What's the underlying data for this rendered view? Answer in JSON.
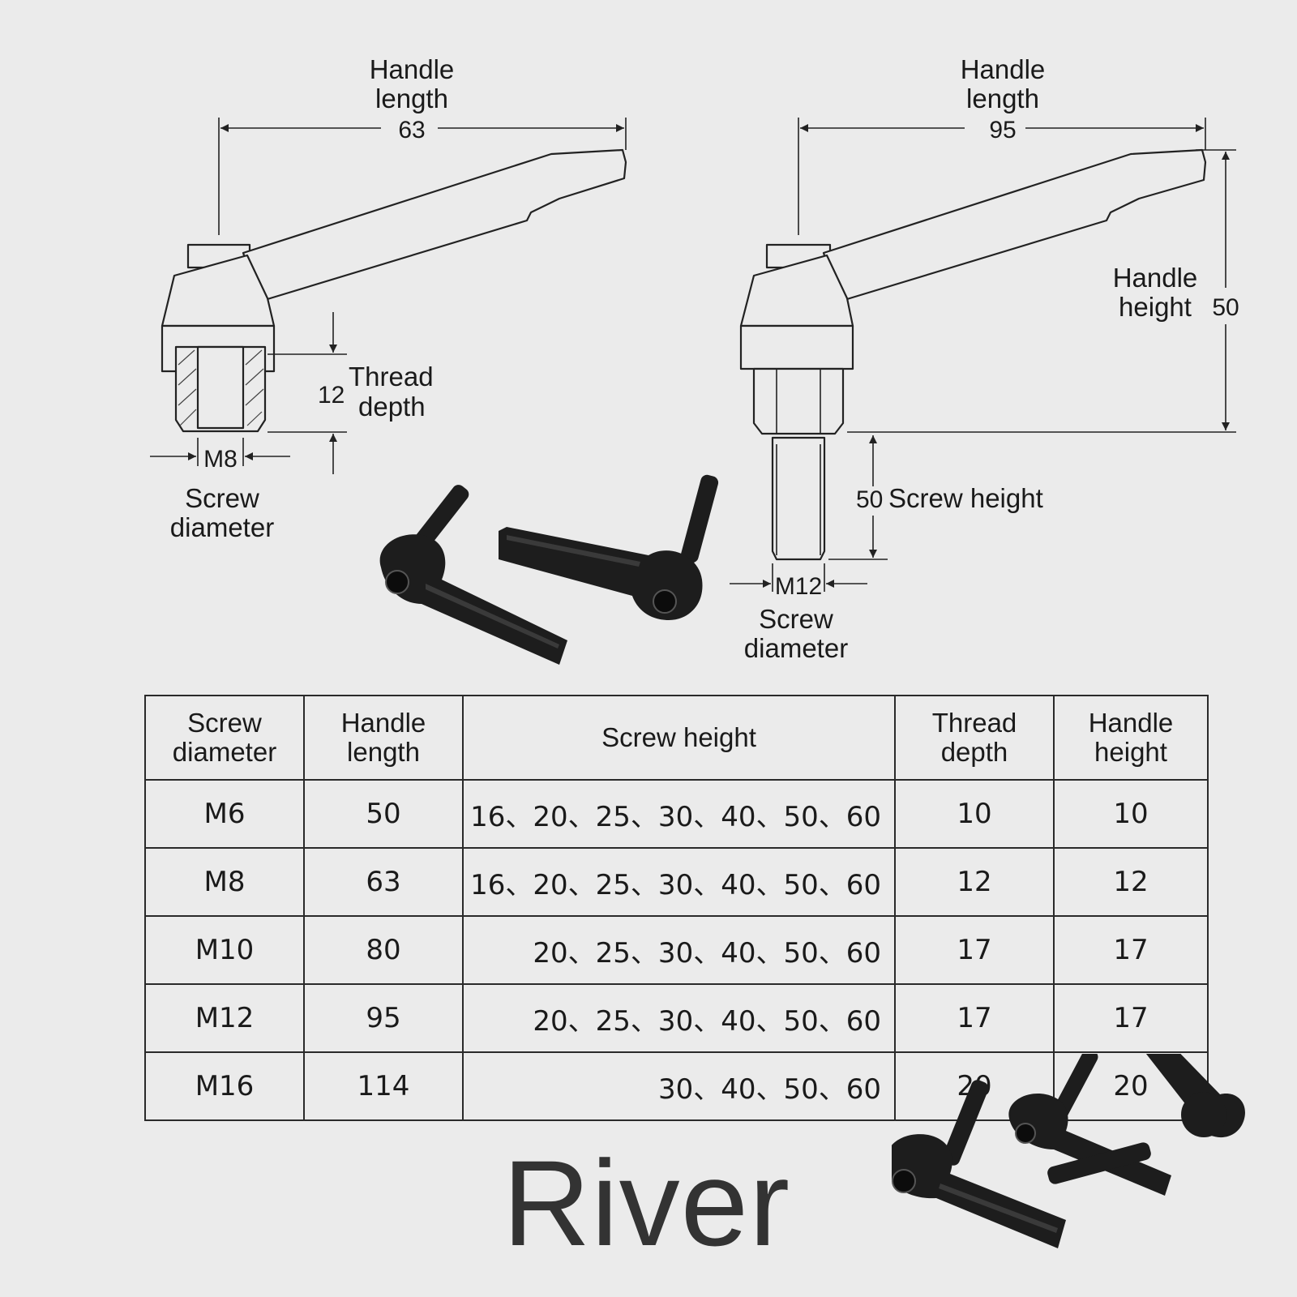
{
  "drawing_left": {
    "handle_length_label": [
      "Handle",
      "length"
    ],
    "handle_length_value": "63",
    "thread_depth_value": "12",
    "thread_depth_label": [
      "Thread",
      "depth"
    ],
    "screw_value": "M8",
    "screw_label": [
      "Screw",
      "diameter"
    ]
  },
  "drawing_right": {
    "handle_length_label": [
      "Handle",
      "length"
    ],
    "handle_length_value": "95",
    "handle_height_label": [
      "Handle",
      "height"
    ],
    "handle_height_value": "50",
    "screw_height_value": "50",
    "screw_height_label": "Screw height",
    "screw_value": "M12",
    "screw_label": [
      "Screw",
      "diameter"
    ]
  },
  "table": {
    "headers": [
      [
        "Screw",
        "diameter"
      ],
      [
        "Handle",
        "length"
      ],
      [
        "Screw height"
      ],
      [
        "Thread",
        "depth"
      ],
      [
        "Handle",
        "height"
      ]
    ],
    "rows": [
      [
        "M6",
        "50",
        "16、20、25、30、40、50、60",
        "10",
        "10"
      ],
      [
        "M8",
        "63",
        "16、20、25、30、40、50、60",
        "12",
        "12"
      ],
      [
        "M10",
        "80",
        "20、25、30、40、50、60",
        "17",
        "17"
      ],
      [
        "M12",
        "95",
        "20、25、30、40、50、60",
        "17",
        "17"
      ],
      [
        "M16",
        "114",
        "30、40、50、60",
        "20",
        "20"
      ]
    ]
  },
  "brand": "River"
}
